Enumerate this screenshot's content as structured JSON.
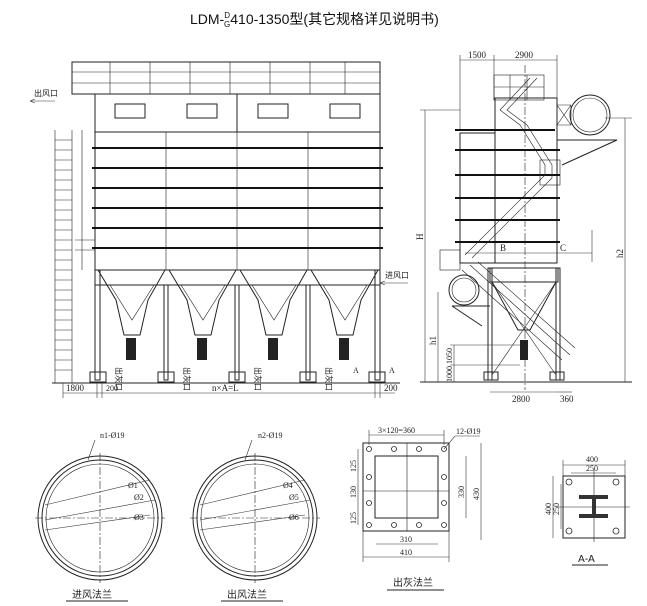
{
  "title": {
    "prefix": "LDM-",
    "sup": "D",
    "sub": "G",
    "suffix": "410-1350型(其它规格详见说明书)"
  },
  "front_view": {
    "outlet_label": "出风口",
    "inlet_label": "进风口",
    "ash_outlet_label": "出灰口",
    "section_mark": "A",
    "dims": {
      "left": "1800",
      "leg_offset": "200",
      "span": "n×A=L",
      "right": "200"
    }
  },
  "side_view": {
    "dims": {
      "top_left": "1500",
      "top_right": "2900",
      "height": "H",
      "h1": "h1",
      "h2": "h2",
      "d1050": "1050",
      "d1000": "1000",
      "B": "B",
      "C": "C",
      "base": "2800",
      "offset": "360"
    }
  },
  "inlet_flange": {
    "caption": "进风法兰",
    "holes": "n1-Ø19",
    "d1": "Ø1",
    "d2": "Ø2",
    "d3": "Ø3"
  },
  "outlet_flange": {
    "caption": "出风法兰",
    "holes": "n2-Ø19",
    "d4": "Ø4",
    "d5": "Ø5",
    "d6": "Ø6"
  },
  "ash_flange": {
    "caption": "出灰法兰",
    "pitch": "3×120=360",
    "holes": "12-Ø19",
    "v1": "125",
    "v2": "130",
    "v3": "125",
    "inner_h": "330",
    "outer_h": "430",
    "inner_w": "310",
    "outer_w": "410"
  },
  "section_aa": {
    "caption": "A-A",
    "outer_w": "400",
    "inner_w": "250",
    "outer_h": "400",
    "inner_h": "250"
  }
}
